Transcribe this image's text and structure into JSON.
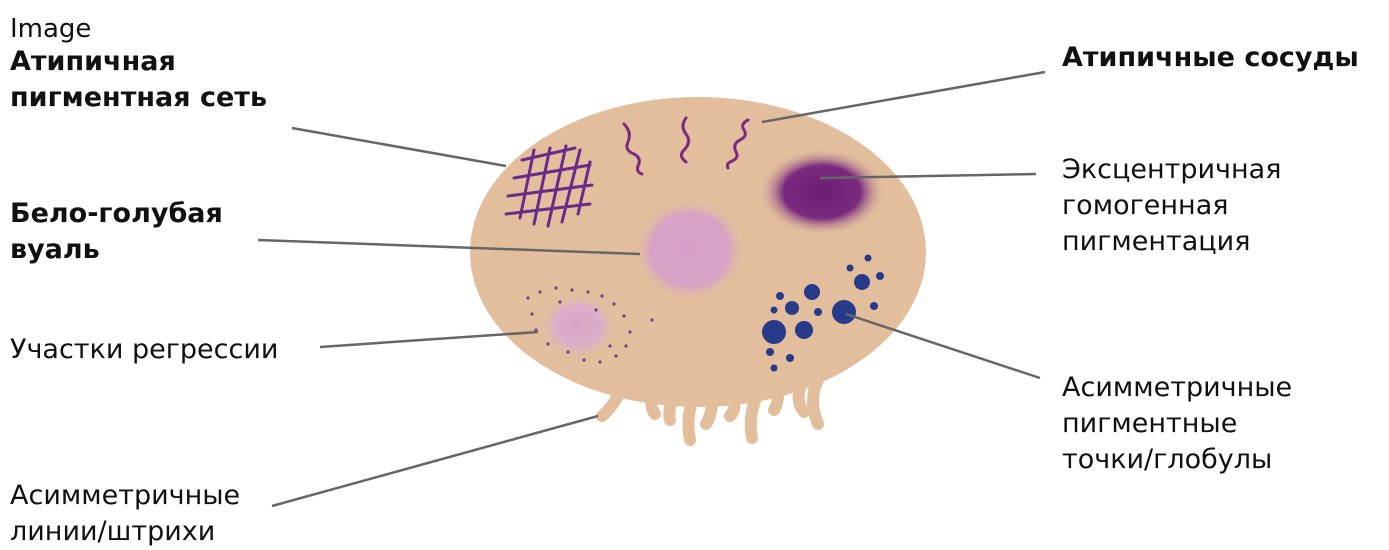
{
  "header": {
    "text": "Image"
  },
  "labels": {
    "atypical_network": "Атипичная\nпигментная сеть",
    "atypical_vessels": "Атипичные сосуды",
    "blue_white_veil": "Бело-голубая\nвуаль",
    "eccentric_pigmentation": "Эксцентричная\nгомогенная\nпигментация",
    "regression_areas": "Участки регрессии",
    "asymmetric_dots": "Асимметричные\nпигментные\nточки/глобулы",
    "asymmetric_streaks": "Асимметричные\nлинии/штрихи"
  },
  "colors": {
    "lesion": "#e2be9c",
    "network": "#6a2a8a",
    "vessels": "#7a2a80",
    "eccentric": "#6a1e72",
    "veil": "#d8a0c8",
    "regression": "#d8a5c5",
    "regression_dots": "#7a3a8a",
    "globules": "#283a8a",
    "leader_line": "#666666"
  }
}
